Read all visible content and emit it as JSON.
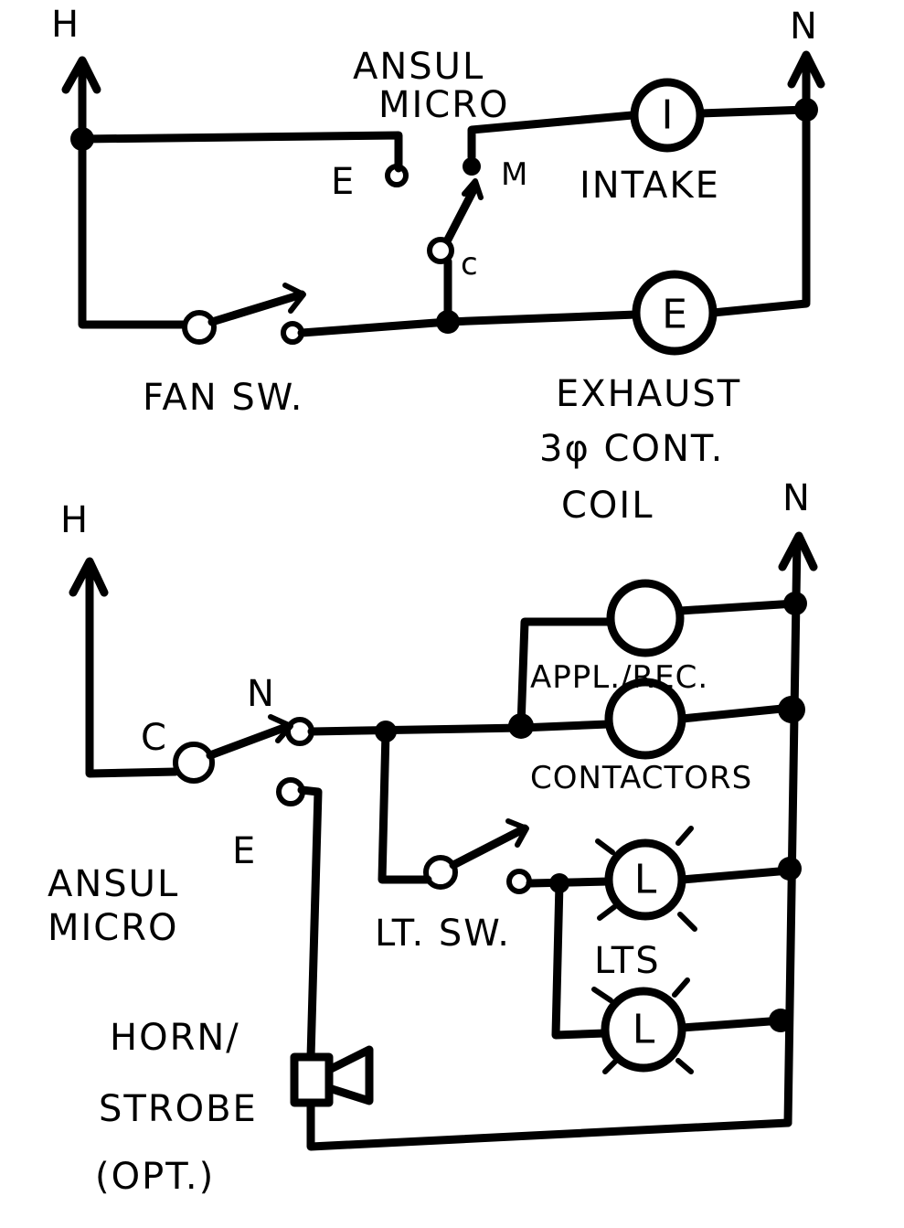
{
  "top_circuit": {
    "hot_label": "H",
    "neutral_label": "N",
    "micro_label_line1": "ANSUL",
    "micro_label_line2": "MICRO",
    "contact_e_label": "E",
    "contact_m_label": "M",
    "contact_c_label": "c",
    "intake_symbol": "I",
    "intake_label": "INTAKE",
    "exhaust_symbol": "E",
    "fan_switch_label": "FAN SW.",
    "exhaust_label_line1": "EXHAUST",
    "exhaust_label_line2": "3φ CONT.",
    "exhaust_label_line3": "COIL"
  },
  "bottom_circuit": {
    "hot_label": "H",
    "neutral_label": "N",
    "contact_c_label": "C",
    "contact_n_label": "N",
    "contact_e_label": "E",
    "micro_label_line1": "ANSUL",
    "micro_label_line2": "MICRO",
    "appl_label": "APPL./REC.",
    "contactors_label": "CONTACTORS",
    "light_switch_label": "LT. SW.",
    "light_symbol": "L",
    "lights_label": "LTS",
    "horn_label_line1": "HORN/",
    "horn_label_line2": "STROBE",
    "horn_label_line3": "(OPT.)"
  }
}
